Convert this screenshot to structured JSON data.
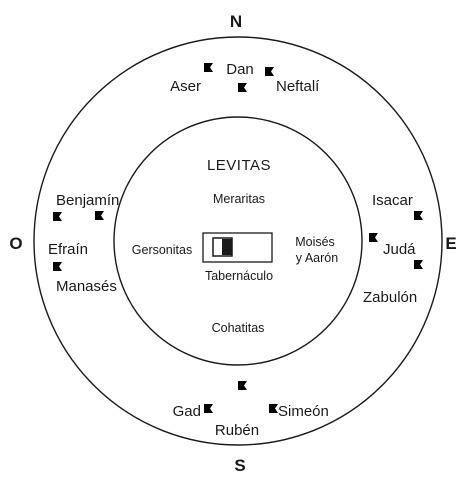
{
  "directions": {
    "north": "N",
    "south": "S",
    "east": "E",
    "west": "O"
  },
  "title": "LEVITAS",
  "inner_groups": {
    "north": "Meraritas",
    "west": "Gersonitas",
    "east_line1": "Moisés",
    "east_line2": "y Aarón",
    "south": "Cohatitas"
  },
  "tabernacle_label": "Tabernáculo",
  "tribes": {
    "north": [
      "Aser",
      "Dan",
      "Neftalí"
    ],
    "west": [
      "Benjamín",
      "Efraín",
      "Manasés"
    ],
    "east": [
      "Isacar",
      "Judá",
      "Zabulón"
    ],
    "south": [
      "Gad",
      "Rubén",
      "Simeón"
    ]
  },
  "icons": [
    "banner-flag-icon",
    "ark-icon"
  ]
}
